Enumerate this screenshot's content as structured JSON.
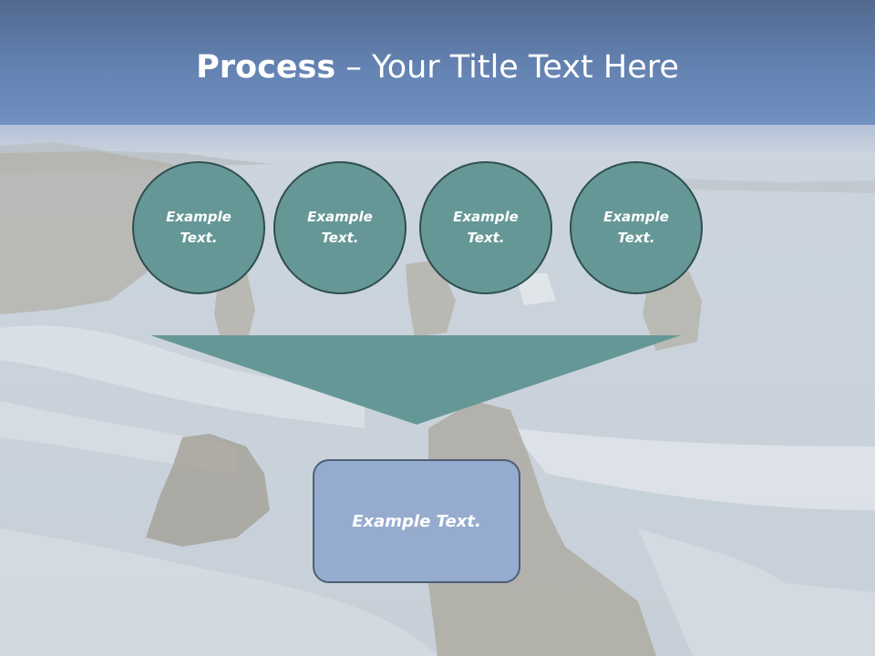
{
  "slide": {
    "title": {
      "bold": "Process",
      "separator": " – ",
      "rest": "Your Title Text Here"
    },
    "circles": [
      {
        "text": "Example Text."
      },
      {
        "text": "Example Text."
      },
      {
        "text": "Example Text."
      },
      {
        "text": "Example Text."
      }
    ],
    "result": {
      "text": "Example Text."
    }
  },
  "colors": {
    "title_bar": "#6483b2",
    "circle_fill": "#669797",
    "circle_border": "#2f4f4f",
    "funnel_fill": "#669797",
    "box_fill": "#96acce",
    "box_border": "#4d5f77",
    "text": "#ffffff"
  }
}
